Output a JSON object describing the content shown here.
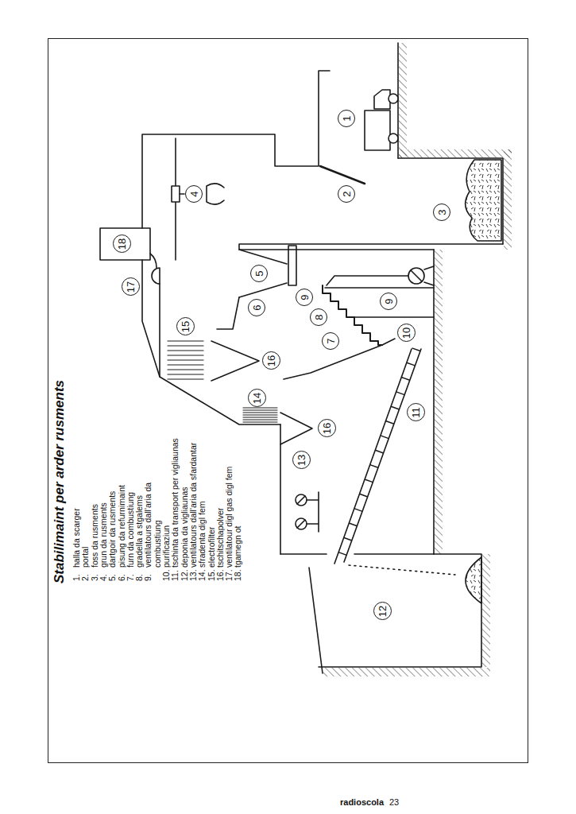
{
  "diagram": {
    "title": "Stabilimaint per arder rusments",
    "nodes": [
      {
        "text": [
          "1"
        ]
      },
      {
        "text": [
          "2"
        ]
      },
      {
        "text": [
          "3"
        ]
      },
      {
        "text": [
          "4"
        ]
      },
      {
        "text": [
          "5"
        ]
      },
      {
        "text": [
          "6"
        ]
      },
      {
        "text": [
          "7"
        ]
      },
      {
        "text": [
          "8"
        ]
      },
      {
        "text": [
          "9"
        ]
      },
      {
        "text": [
          "9"
        ]
      },
      {
        "text": [
          "10"
        ]
      },
      {
        "text": [
          "11"
        ]
      },
      {
        "text": [
          "12"
        ]
      },
      {
        "text": [
          "13"
        ]
      },
      {
        "text": [
          "14"
        ]
      },
      {
        "text": [
          "15"
        ]
      },
      {
        "text": [
          "16"
        ]
      },
      {
        "text": [
          "16"
        ]
      },
      {
        "text": [
          "17"
        ]
      },
      {
        "text": [
          "18"
        ]
      }
    ],
    "labels": [
      "1.",
      "halla da scarger",
      "2.",
      "portal",
      "3.",
      "foss da rusments",
      "4.",
      "grun da rusments",
      "5.",
      "dartgoir da rusments",
      "6.",
      "pisung da refurnimaint",
      "7.",
      "furn da combustiung",
      "8.",
      "gradella a stgalems",
      "9.",
      "ventilatours dall'aria da combustiung",
      "10.",
      "purificaziun",
      "11.",
      "tschinta da transport per vigliaunas",
      "12.",
      "deponia da vigliaunas",
      "13.",
      "ventilatours dall'aria da sfardantar",
      "14.",
      "sfradenta digl fem",
      "15.",
      "electrofilter",
      "16.",
      "tschitschapolver",
      "17.",
      "ventilatour digl gas digl fem",
      "18.",
      "tgamegn ot",
      "radioscola",
      "23"
    ]
  }
}
